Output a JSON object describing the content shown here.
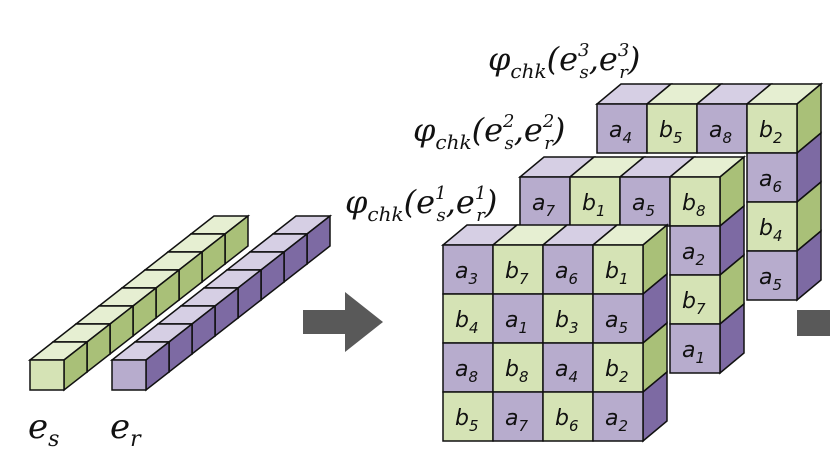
{
  "colors": {
    "green_front": "#d5e3b5",
    "green_top": "#e6efd2",
    "green_side": "#a9c078",
    "purple_front": "#b7accd",
    "purple_top": "#d6cfe4",
    "purple_side": "#7d6aa3",
    "stroke": "#111111",
    "arrow": "#595959"
  },
  "vectors": {
    "es": {
      "main": "e",
      "sub": "s",
      "count": 8,
      "color": "green"
    },
    "er": {
      "main": "e",
      "sub": "r",
      "count": 8,
      "color": "purple"
    }
  },
  "layers": [
    {
      "phi": "φ",
      "func": "chk",
      "arg1_main": "e",
      "arg1_sub": "s",
      "arg1_sup": "1",
      "arg2_main": "e",
      "arg2_sub": "r",
      "arg2_sup": "1",
      "cells": [
        [
          "a",
          "3",
          "p"
        ],
        [
          "b",
          "7",
          "g"
        ],
        [
          "a",
          "6",
          "p"
        ],
        [
          "b",
          "1",
          "g"
        ],
        [
          "b",
          "4",
          "g"
        ],
        [
          "a",
          "1",
          "p"
        ],
        [
          "b",
          "3",
          "g"
        ],
        [
          "a",
          "5",
          "p"
        ],
        [
          "a",
          "8",
          "p"
        ],
        [
          "b",
          "8",
          "g"
        ],
        [
          "a",
          "4",
          "p"
        ],
        [
          "b",
          "2",
          "g"
        ],
        [
          "b",
          "5",
          "g"
        ],
        [
          "a",
          "7",
          "p"
        ],
        [
          "b",
          "6",
          "g"
        ],
        [
          "a",
          "2",
          "p"
        ]
      ]
    },
    {
      "phi": "φ",
      "func": "chk",
      "arg1_main": "e",
      "arg1_sub": "s",
      "arg1_sup": "2",
      "arg2_main": "e",
      "arg2_sub": "r",
      "arg2_sup": "2",
      "cells": [
        [
          "a",
          "7",
          "p"
        ],
        [
          "b",
          "1",
          "g"
        ],
        [
          "a",
          "5",
          "p"
        ],
        [
          "b",
          "8",
          "g"
        ],
        null,
        null,
        null,
        [
          "a",
          "2",
          "p"
        ],
        null,
        null,
        null,
        [
          "b",
          "7",
          "g"
        ],
        null,
        null,
        null,
        [
          "a",
          "1",
          "p"
        ]
      ]
    },
    {
      "phi": "φ",
      "func": "chk",
      "arg1_main": "e",
      "arg1_sub": "s",
      "arg1_sup": "3",
      "arg2_main": "e",
      "arg2_sub": "r",
      "arg2_sup": "3",
      "cells": [
        [
          "a",
          "4",
          "p"
        ],
        [
          "b",
          "5",
          "g"
        ],
        [
          "a",
          "8",
          "p"
        ],
        [
          "b",
          "2",
          "g"
        ],
        null,
        null,
        null,
        [
          "a",
          "6",
          "p"
        ],
        null,
        null,
        null,
        [
          "b",
          "4",
          "g"
        ],
        null,
        null,
        null,
        [
          "a",
          "5",
          "p"
        ]
      ]
    }
  ],
  "arrows": [
    "right-arrow",
    "right-arrow"
  ]
}
